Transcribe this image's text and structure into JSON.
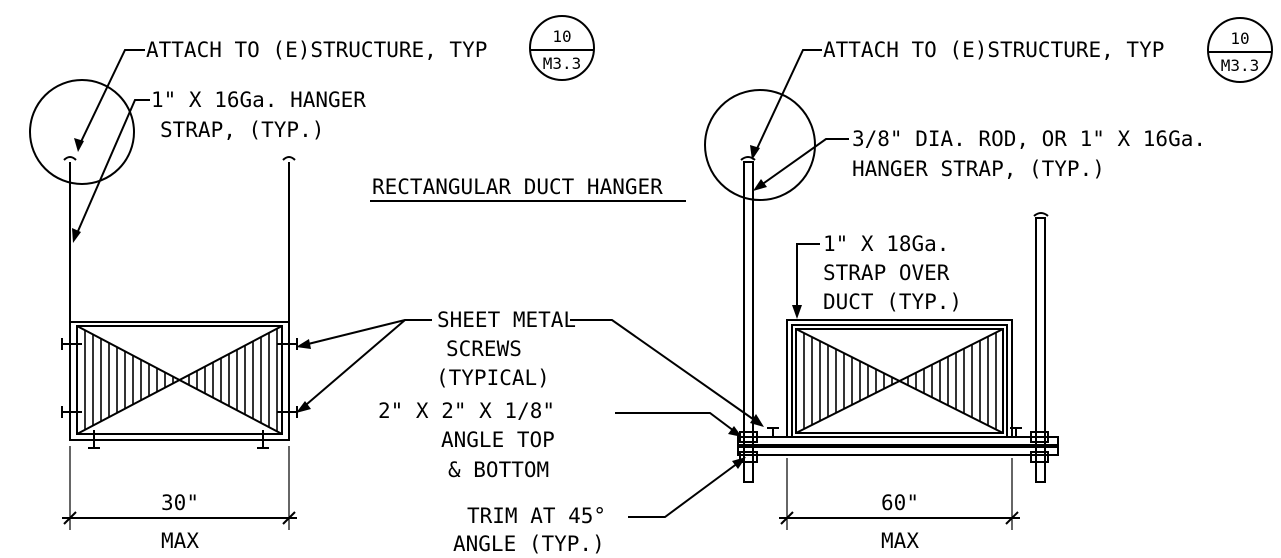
{
  "title": "RECTANGULAR DUCT HANGER",
  "left": {
    "attach_label": "ATTACH TO (E)STRUCTURE, TYP",
    "detail_ref_top": "10",
    "detail_ref_bottom": "M3.3",
    "strap_line1": "1\" X 16Ga. HANGER",
    "strap_line2": "STRAP, (TYP.)",
    "width_value": "30\"",
    "width_note": "MAX"
  },
  "center": {
    "screws_line1": "SHEET METAL",
    "screws_line2": "SCREWS",
    "screws_line3": "(TYPICAL)",
    "angle_line1": "2\" X 2\" X 1/8\"",
    "angle_line2": "ANGLE TOP",
    "angle_line3": "& BOTTOM",
    "trim_line1": "TRIM AT 45°",
    "trim_line2": "ANGLE (TYP.)"
  },
  "right": {
    "attach_label": "ATTACH TO (E)STRUCTURE, TYP",
    "detail_ref_top": "10",
    "detail_ref_bottom": "M3.3",
    "rod_line1": "3/8\" DIA. ROD, OR 1\" X 16Ga.",
    "rod_line2": "HANGER STRAP, (TYP.)",
    "over_line1": "1\" X 18Ga.",
    "over_line2": "STRAP OVER",
    "over_line3": "DUCT (TYP.)",
    "width_value": "60\"",
    "width_note": "MAX"
  }
}
